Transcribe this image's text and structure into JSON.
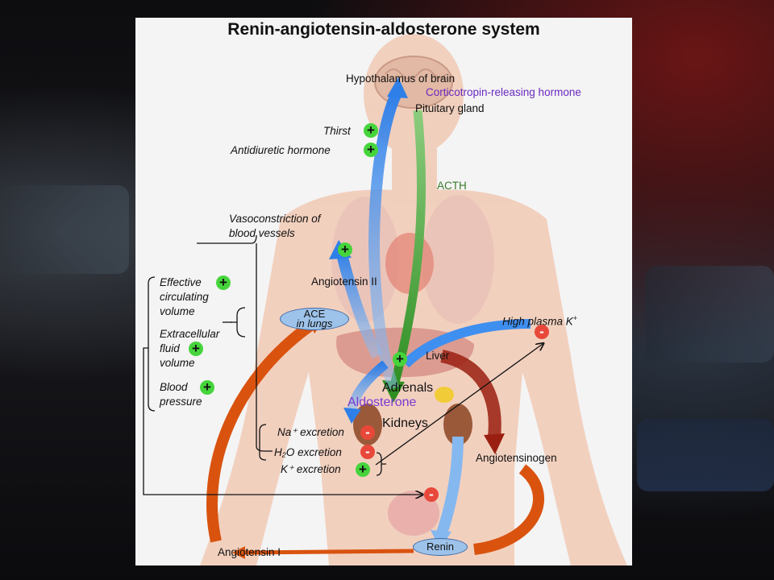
{
  "title": "Renin-angiotensin-aldosterone system",
  "labels": {
    "hypothalamus": "Hypothalamus of brain",
    "crh": "Corticotropin-releasing hormone",
    "pituitary": "Pituitary gland",
    "thirst": "Thirst",
    "adh": "Antidiuretic hormone",
    "acth": "ACTH",
    "vasoconstriction_1": "Vasoconstriction of",
    "vasoconstriction_2": "blood vessels",
    "angiotensin_ii": "Angiotensin II",
    "effective_1": "Effective",
    "effective_2": "circulating",
    "effective_3": "volume",
    "extracellular_1": "Extracellular",
    "extracellular_2": "fluid",
    "extracellular_3": "volume",
    "blood_1": "Blood",
    "blood_2": "pressure",
    "ace_1": "ACE",
    "ace_2": "in lungs",
    "high_k": "High plasma K",
    "high_k_sup": "+",
    "liver": "Liver",
    "adrenals": "Adrenals",
    "aldosterone": "Aldosterone",
    "kidneys": "Kidneys",
    "na_excretion": "Na⁺ excretion",
    "h2o_excretion": "H₂O excretion",
    "k_excretion": "K⁺ excretion",
    "angiotensinogen": "Angiotensinogen",
    "angiotensin_i": "Angiotensin I",
    "renin": "Renin"
  },
  "signs": {
    "plus": "+",
    "minus": "-"
  },
  "colors": {
    "blue_arrow": "#3f8ff0",
    "green_arrow": "#3a9a2e",
    "orange_arrow": "#d9530f",
    "darkred_arrow": "#9a1f10",
    "crh_text": "#6a2ac0",
    "acth_text": "#3a7a2a",
    "aldosterone_text": "#7a3ad0",
    "body_fill": "#f1c9b4",
    "plus_sign": "#46d43c",
    "minus_sign": "#e8483a"
  }
}
